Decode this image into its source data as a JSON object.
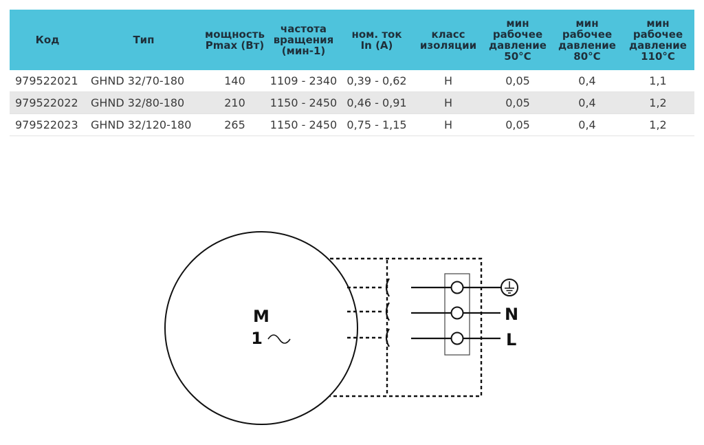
{
  "table": {
    "headers": [
      "Код",
      "Тип",
      "мощность\nPmax (Вт)",
      "частота\nвращения\n(мин-1)",
      "ном. ток\nIn (A)",
      "класс\nизоляции",
      "мин\nрабочее\nдавление\n50°C",
      "мин\nрабочее\nдавление\n80°C",
      "мин\nрабочее\nдавление\n110°C"
    ],
    "rows": [
      [
        "979522021",
        "GHND 32/70-180",
        "140",
        "1109 - 2340",
        "0,39 - 0,62",
        "H",
        "0,05",
        "0,4",
        "1,1"
      ],
      [
        "979522022",
        "GHND 32/80-180",
        "210",
        "1150 - 2450",
        "0,46 - 0,91",
        "H",
        "0,05",
        "0,4",
        "1,2"
      ],
      [
        "979522023",
        "GHND 32/120-180",
        "265",
        "1150 - 2450",
        "0,75 - 1,15",
        "H",
        "0,05",
        "0,4",
        "1,2"
      ]
    ]
  },
  "diagram": {
    "motor_label": "M",
    "motor_phase": "1",
    "terminal_n": "N",
    "terminal_l": "L",
    "icons": [
      "ac-tilde-icon",
      "ground-icon"
    ]
  },
  "colors": {
    "header_bg": "#4ec3dc",
    "alt_row_bg": "#e8e8e8"
  }
}
